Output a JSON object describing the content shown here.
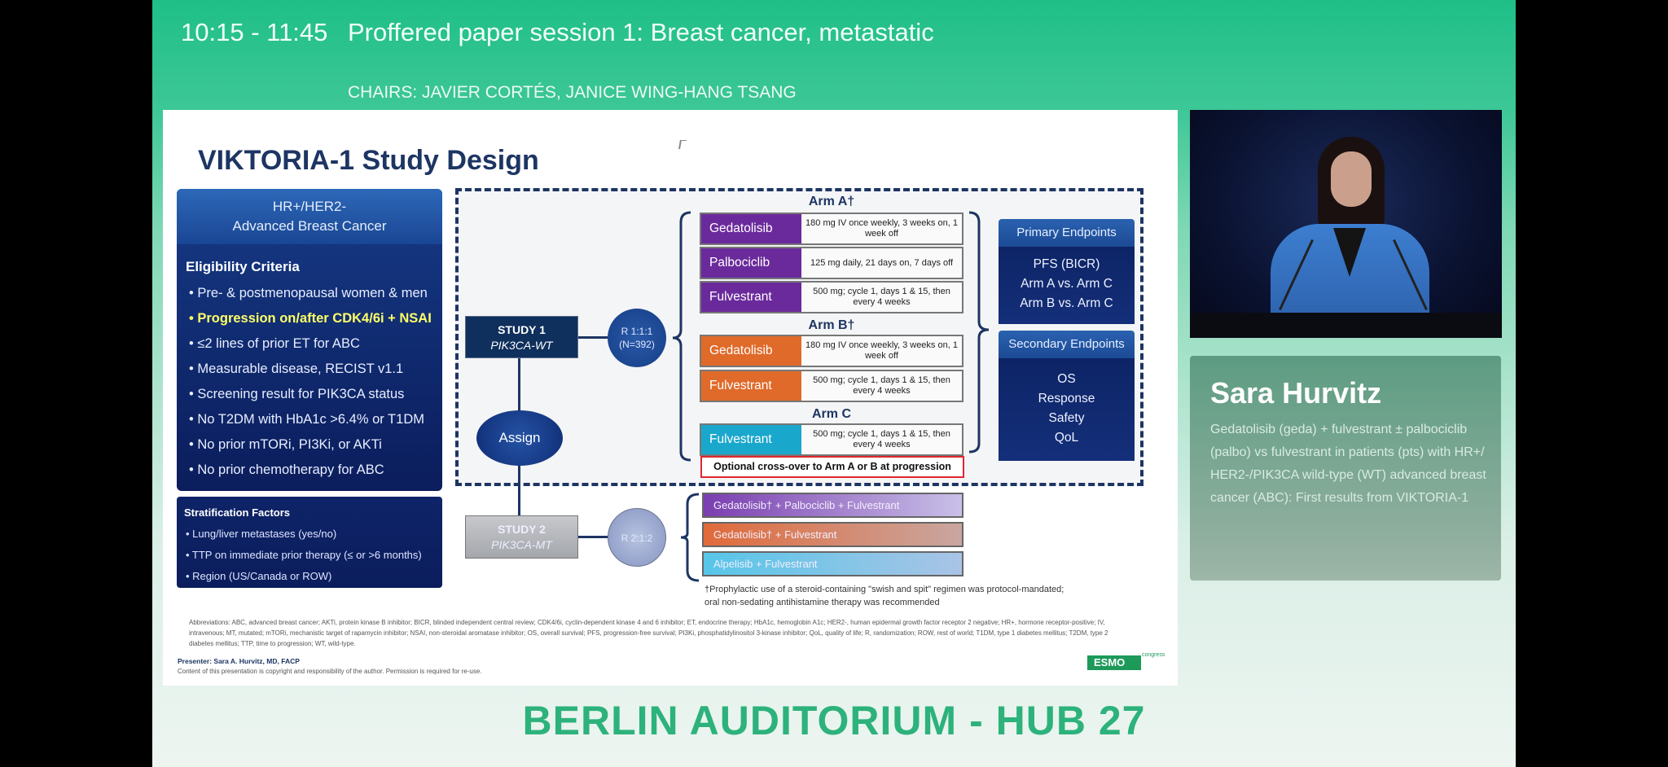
{
  "header": {
    "time": "10:15 - 11:45",
    "title": "Proffered paper session 1: Breast cancer, metastatic",
    "chairs": "CHAIRS: JAVIER CORTÉS, JANICE WING-HANG TSANG"
  },
  "location": "BERLIN AUDITORIUM - HUB 27",
  "slide": {
    "title": "VIKTORIA-1 Study Design",
    "population": [
      "HR+/HER2-",
      "Advanced Breast Cancer"
    ],
    "eligibility_title": "Eligibility Criteria",
    "eligibility": [
      "• Pre- & postmenopausal women & men",
      "• Progression on/after CDK4/6i + NSAI",
      "• ≤2 lines of prior ET for ABC",
      "• Measurable disease, RECIST v1.1",
      "• Screening result for PIK3CA status",
      "• No T2DM with HbA1c >6.4% or T1DM",
      "• No prior mTORi, PI3Ki, or AKTi",
      "• No prior chemotherapy for ABC"
    ],
    "stratification_title": "Stratification Factors",
    "stratification": [
      "• Lung/liver metastases (yes/no)",
      "• TTP on immediate prior therapy (≤ or >6 months)",
      "• Region (US/Canada or ROW)"
    ],
    "study1": {
      "name": "STUDY 1",
      "cohort": "PIK3CA-WT",
      "rand": "R 1:1:1",
      "n": "(N=392)"
    },
    "assign": "Assign",
    "study2": {
      "name": "STUDY 2",
      "cohort": "PIK3CA-MT",
      "rand": "R 2:1:2"
    },
    "arm_a": {
      "label": "Arm A†",
      "rows": [
        {
          "drug": "Gedatolisib",
          "dose": "180 mg IV once weekly, 3 weeks on, 1 week off"
        },
        {
          "drug": "Palbociclib",
          "dose": "125 mg daily, 21 days on, 7 days off"
        },
        {
          "drug": "Fulvestrant",
          "dose": "500 mg; cycle 1, days 1 & 15, then every 4 weeks"
        }
      ]
    },
    "arm_b": {
      "label": "Arm B†",
      "rows": [
        {
          "drug": "Gedatolisib",
          "dose": "180 mg IV once weekly, 3 weeks on, 1 week off"
        },
        {
          "drug": "Fulvestrant",
          "dose": "500 mg; cycle 1, days 1 & 15, then every 4 weeks"
        }
      ]
    },
    "arm_c": {
      "label": "Arm C",
      "rows": [
        {
          "drug": "Fulvestrant",
          "dose": "500 mg; cycle 1, days 1 & 15, then every 4 weeks"
        }
      ]
    },
    "crossover": "Optional cross-over to Arm A or B at progression",
    "primary": {
      "title": "Primary Endpoints",
      "items": [
        "PFS (BICR)",
        "Arm A vs. Arm C",
        "Arm B vs. Arm C"
      ]
    },
    "secondary": {
      "title": "Secondary Endpoints",
      "items": [
        "OS",
        "Response",
        "Safety",
        "QoL"
      ]
    },
    "study2_arms": [
      "Gedatolisib† + Palbociclib + Fulvestrant",
      "Gedatolisib† + Fulvestrant",
      "Alpelisib + Fulvestrant"
    ],
    "footnote": [
      "†Prophylactic use of a steroid-containing \"swish and spit\" regimen was protocol-mandated;",
      "oral non-sedating antihistamine therapy was recommended"
    ],
    "abbreviations": "Abbreviations: ABC, advanced breast cancer; AKTi, protein kinase B inhibitor; BICR, blinded independent central review; CDK4/6i, cyclin-dependent kinase 4 and 6 inhibitor; ET, endocrine therapy; HbA1c, hemoglobin A1c; HER2-, human epidermal growth factor receptor 2 negative; HR+, hormone receptor-positive; IV, intravenous; MT, mutated; mTORi, mechanistic target of rapamycin inhibitor; NSAI, non-steroidal aromatase inhibitor; OS, overall survival; PFS, progression-free survival; PI3Ki, phosphatidylinositol 3-kinase inhibitor; QoL, quality of life; R, randomization; ROW, rest of world; T1DM, type 1 diabetes mellitus; T2DM, type 2 diabetes mellitus; TTP, time to progression; WT, wild-type.",
    "presenter": "Presenter: Sara A. Hurvitz, MD, FACP",
    "copyright": "Content of this presentation is copyright and responsibility of the author. Permission is required for re-use.",
    "logo": "ESMO",
    "logo_sub": "congress"
  },
  "speaker": {
    "name": "Sara Hurvitz",
    "description": "Gedatolisib (geda) + fulvestrant ± palbociclib (palbo) vs fulvestrant in patients (pts) with HR+/ HER2-/PIK3CA wild-type (WT) advanced breast cancer (ABC): First results from VIKTORIA-1"
  }
}
